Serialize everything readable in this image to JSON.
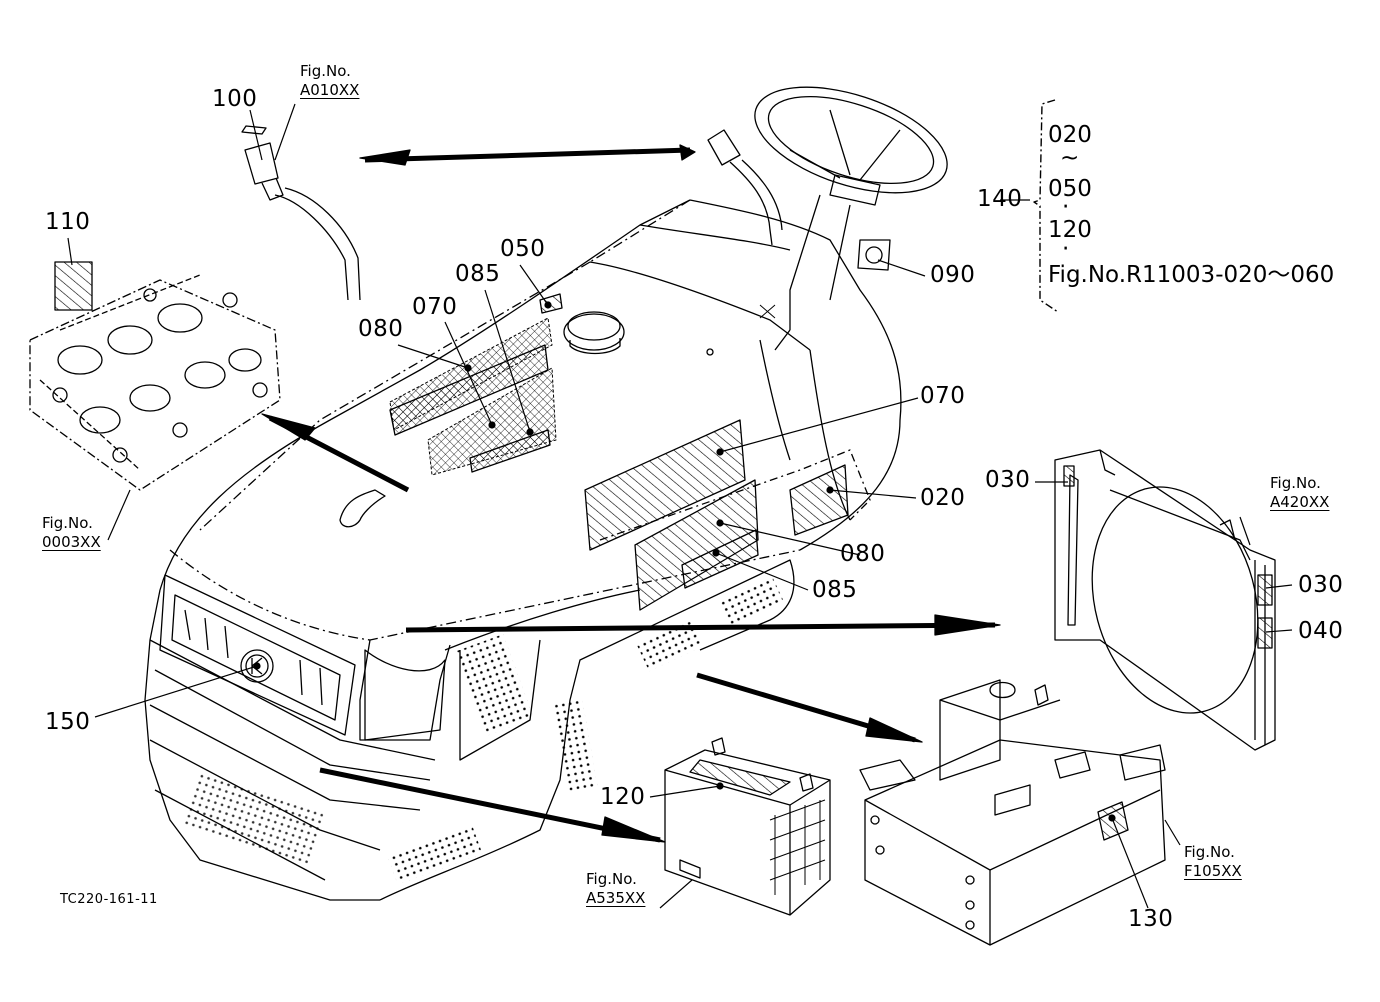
{
  "diagram_code": "TC220-161-11",
  "callouts": {
    "c100": "100",
    "c110": "110",
    "c050": "050",
    "c085_top": "085",
    "c080_top": "080",
    "c070_top": "070",
    "c090": "090",
    "c140": "140",
    "c070_side": "070",
    "c030_left": "030",
    "c020": "020",
    "c080_side": "080",
    "c085_side": "085",
    "c030_right": "030",
    "c040": "040",
    "c150": "150",
    "c120": "120",
    "c130": "130"
  },
  "figure_refs": {
    "a010": {
      "label": "Fig.No.",
      "ref": "A010XX"
    },
    "f0003": {
      "label": "Fig.No.",
      "ref": "0003XX"
    },
    "a420": {
      "label": "Fig.No.",
      "ref": "A420XX"
    },
    "a535": {
      "label": "Fig.No.",
      "ref": "A535XX"
    },
    "f105": {
      "label": "Fig.No.",
      "ref": "F105XX"
    }
  },
  "bracket_group": {
    "line1": "020",
    "tilde": "~",
    "line2": "050",
    "dot1": "·",
    "line3": "120",
    "dot2": "·",
    "line4": "Fig.No.R11003-020～060"
  }
}
